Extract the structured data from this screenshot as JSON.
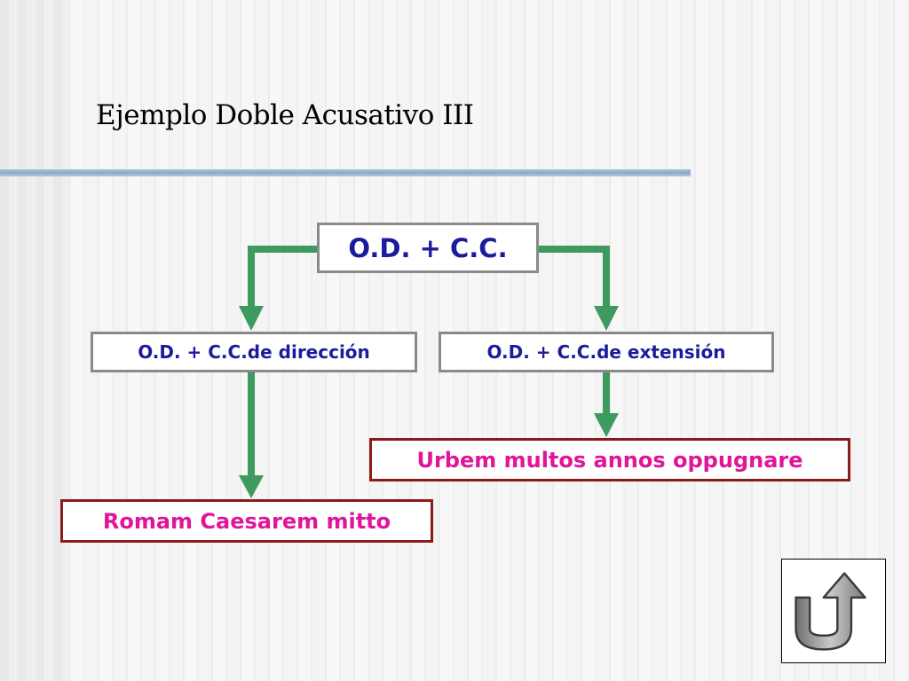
{
  "slide": {
    "title": "Ejemplo Doble Acusativo III"
  },
  "diagram": {
    "root": "O.D. + C.C.",
    "branch_left": "O.D. + C.C.de dirección",
    "branch_right": "O.D. + C.C.de extensión",
    "example_left": "Romam Caesarem mitto",
    "example_right": "Urbem multos annos oppugnare"
  },
  "navigation": {
    "return_icon": "u-turn-return-icon"
  },
  "colors": {
    "arrow": "#3f9a5f",
    "title_rule": "#8fa9c6",
    "node_text": "#1b1b9c",
    "example_text": "#e0159a",
    "example_border": "#8b1a1a"
  }
}
